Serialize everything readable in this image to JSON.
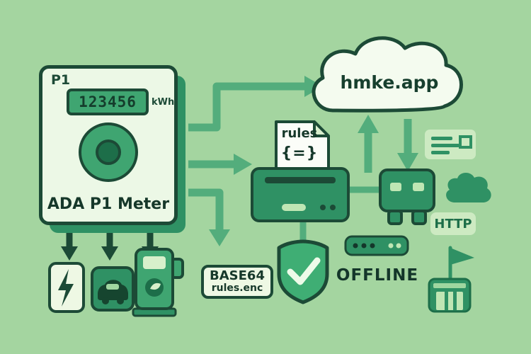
{
  "colors": {
    "background": "#a4d5a0",
    "outline": "#1c4a36",
    "mid_green": "#2f9164",
    "bright_green": "#3fa571",
    "arrow_green": "#53ad7c",
    "pale_fill": "#eef8e4",
    "paper_white": "#fbfdf8"
  },
  "meter": {
    "port_label": "P1",
    "display_value": "123456",
    "display_unit": "kWh",
    "name": "ADA P1 Meter"
  },
  "cloud_service": {
    "label": "hmke.app"
  },
  "rules_file": {
    "title": "rules",
    "symbol": "{=}"
  },
  "encoded_badge": {
    "encoding": "BASE64",
    "filename": "rules.enc"
  },
  "status": {
    "offline_label": "OFFLINE",
    "protocol_label": "HTTP"
  },
  "icons": {
    "meter_outputs": [
      "lightning-battery",
      "car",
      "ev-charger"
    ],
    "gateway": "printer",
    "security": "shield-check",
    "connector": "power-adapter",
    "misc_right": [
      "ticket-list",
      "cloud-small",
      "flag",
      "house"
    ]
  }
}
